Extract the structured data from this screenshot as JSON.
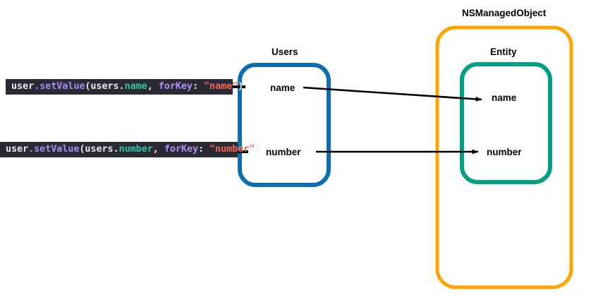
{
  "diagram": {
    "title_nsmanagedobject": "NSManagedObject",
    "colors": {
      "blue_box": "#0a6fb4",
      "orange_box": "#ffa400",
      "teal_box": "#00a183",
      "arrow": "#000000",
      "code_background": "#2a2a35",
      "code_plain": "#e9e9f0",
      "code_method": "#a98bf0",
      "code_property": "#2ec4a6",
      "code_label": "#b68cf2",
      "code_string": "#f0664f",
      "page_background": "#ffffff"
    },
    "code_snippets": [
      {
        "id": "name",
        "full_text": "user.setValue(users.name, forKey: \"name\")",
        "tokens": [
          {
            "text": "user",
            "kind": "plain"
          },
          {
            "text": ".setValue",
            "kind": "method"
          },
          {
            "text": "(users.",
            "kind": "plain"
          },
          {
            "text": "name",
            "kind": "prop"
          },
          {
            "text": ", ",
            "kind": "plain"
          },
          {
            "text": "forKey",
            "kind": "label"
          },
          {
            "text": ": ",
            "kind": "plain"
          },
          {
            "text": "\"name\"",
            "kind": "string"
          },
          {
            "text": ")",
            "kind": "plain"
          }
        ]
      },
      {
        "id": "number",
        "full_text": "user.setValue(users.number, forKey: \"number\")",
        "tokens": [
          {
            "text": "user",
            "kind": "plain"
          },
          {
            "text": ".setValue",
            "kind": "method"
          },
          {
            "text": "(users.",
            "kind": "plain"
          },
          {
            "text": "number",
            "kind": "prop"
          },
          {
            "text": ", ",
            "kind": "plain"
          },
          {
            "text": "forKey",
            "kind": "label"
          },
          {
            "text": ": ",
            "kind": "plain"
          },
          {
            "text": "\"number\"",
            "kind": "string"
          },
          {
            "text": ")",
            "kind": "plain"
          }
        ]
      }
    ],
    "boxes": [
      {
        "id": "users",
        "label": "Users",
        "border_color": "#0a6fb4",
        "fields": [
          "name",
          "number"
        ]
      },
      {
        "id": "nsmanagedobject",
        "label": "NSManagedObject",
        "border_color": "#ffa400",
        "fields": []
      },
      {
        "id": "entity",
        "label": "Entity",
        "border_color": "#00a183",
        "fields": [
          "name",
          "number"
        ]
      }
    ],
    "arrows": [
      {
        "id": "name-mapping",
        "from": "Users.name",
        "to": "Entity.name"
      },
      {
        "id": "number-mapping",
        "from": "Users.number",
        "to": "Entity.number"
      }
    ]
  }
}
